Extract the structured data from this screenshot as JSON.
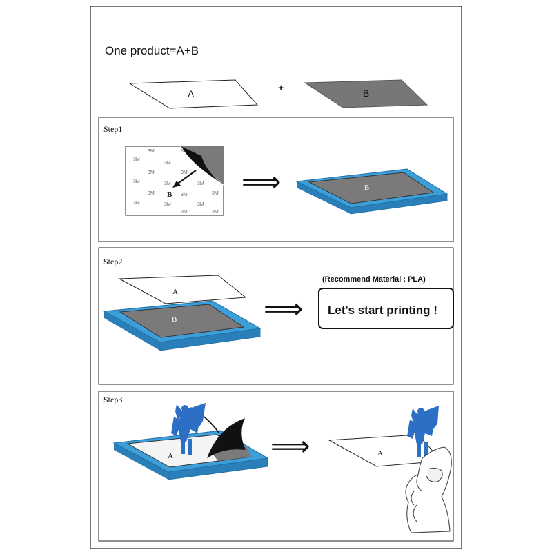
{
  "header": {
    "title": "One product=A+B",
    "plus_sign": "+",
    "label_a": "A",
    "label_b": "B"
  },
  "step1": {
    "label": "Step1",
    "sticker_text": "3M",
    "sticker_b_label": "B",
    "bed_label": "B",
    "arrow": "⟹"
  },
  "step2": {
    "label": "Step2",
    "sheet_label": "A",
    "bed_label": "B",
    "arrow": "⟹",
    "recommend": "(Recommend Material : PLA)",
    "start": "Let's start printing !"
  },
  "step3": {
    "label": "Step3",
    "bed_label": "A",
    "sheet_label": "A",
    "arrow": "⟹"
  },
  "colors": {
    "frame_blue": "#3d9fd9",
    "frame_blue_dark": "#2a7fb8",
    "surface_gray": "#7a7a7a",
    "figure_blue": "#2d6fc4"
  }
}
